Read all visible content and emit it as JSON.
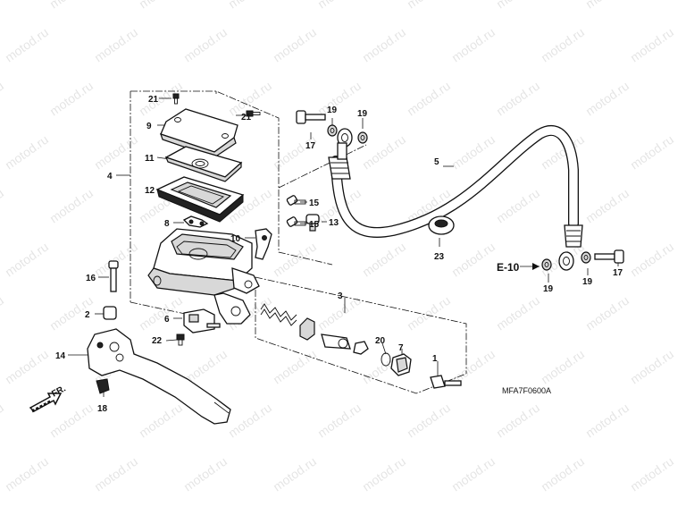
{
  "watermark": "motod.ru",
  "drawing_code": "MFA7F0600A",
  "ref_label": "E-10",
  "direction_label": "FR.",
  "callouts": [
    "1",
    "2",
    "3",
    "4",
    "5",
    "6",
    "7",
    "8",
    "9",
    "10",
    "11",
    "12",
    "13",
    "14",
    "15",
    "15",
    "16",
    "17",
    "17",
    "18",
    "19",
    "19",
    "19",
    "19",
    "20",
    "21",
    "21",
    "22",
    "23"
  ]
}
